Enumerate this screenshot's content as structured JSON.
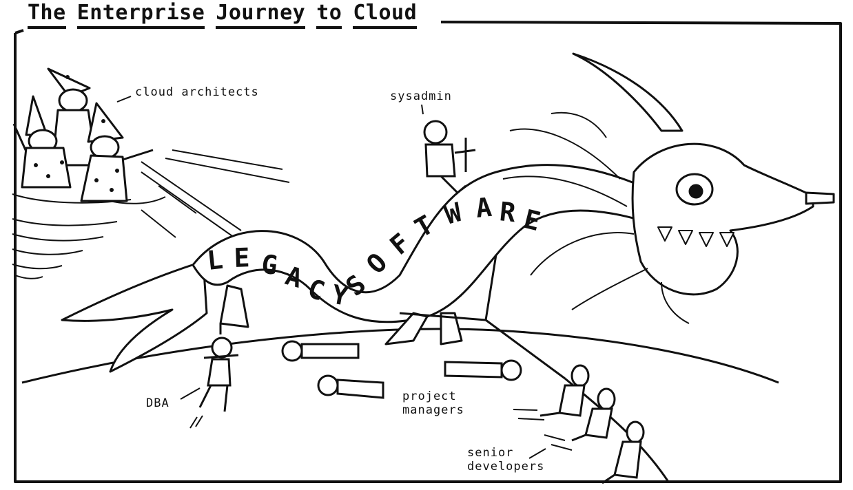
{
  "comic": {
    "title_words": [
      "The",
      "Enterprise",
      "Journey",
      "to",
      "Cloud"
    ],
    "dragon_text": "LEGACY SOFTWARE",
    "dragon_letters": [
      "L",
      "E",
      "G",
      "A",
      "C",
      "Y",
      "S",
      "O",
      "F",
      "T",
      "W",
      "A",
      "R",
      "E"
    ],
    "labels": {
      "cloud_architects": "cloud architects",
      "sysadmin": "sysadmin",
      "dba": "DBA",
      "project_managers": "project\nmanagers",
      "senior_developers": "senior\ndevelopers"
    }
  }
}
